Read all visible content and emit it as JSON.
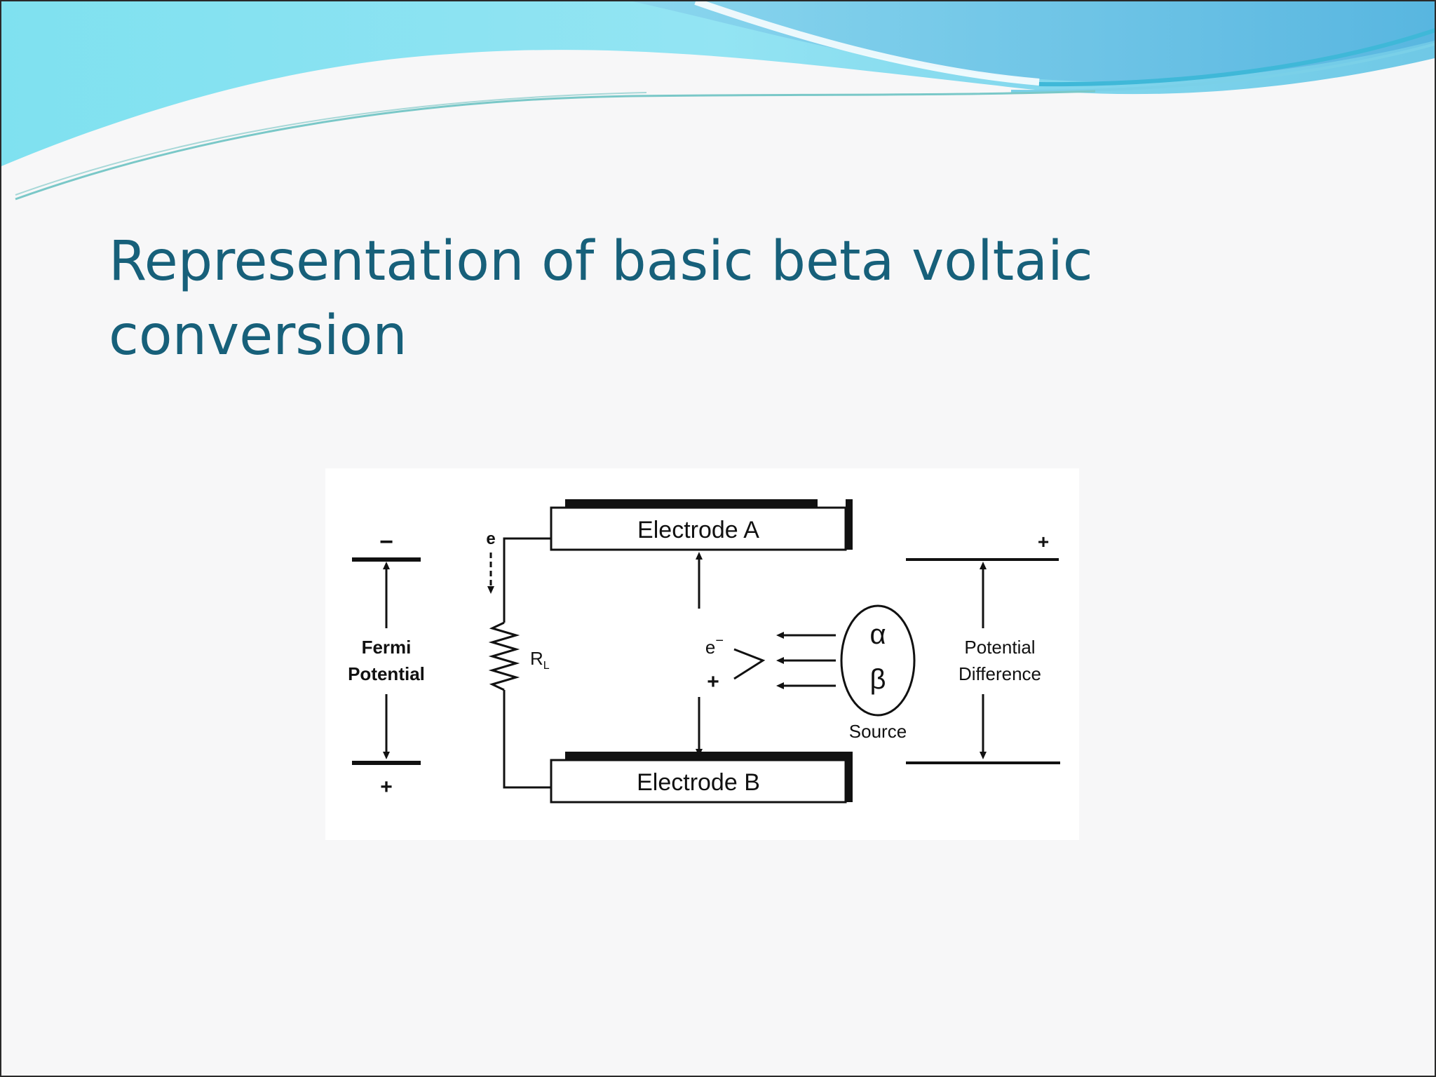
{
  "slide": {
    "title_line1": "Representation of basic beta voltaic",
    "title_line2": "conversion"
  },
  "diagram": {
    "electrode_a": "Electrode A",
    "electrode_b": "Electrode B",
    "left_top_sign": "−",
    "left_bottom_sign": "+",
    "fermi_line1": "Fermi",
    "fermi_line2": "Potential",
    "electron_symbol": "e",
    "resistor_label": "R",
    "resistor_subscript": "L",
    "pair_electron": "e",
    "pair_electron_charge": "−",
    "pair_hole": "+",
    "alpha": "α",
    "beta": "β",
    "source_label": "Source",
    "right_top_sign": "+",
    "potential_line1": "Potential",
    "potential_line2": "Difference"
  },
  "colors": {
    "title": "#17607a",
    "wave_light": "#8fe6f2",
    "wave_dark": "#5fb8dc",
    "wave_mid": "#3fc0d8"
  }
}
